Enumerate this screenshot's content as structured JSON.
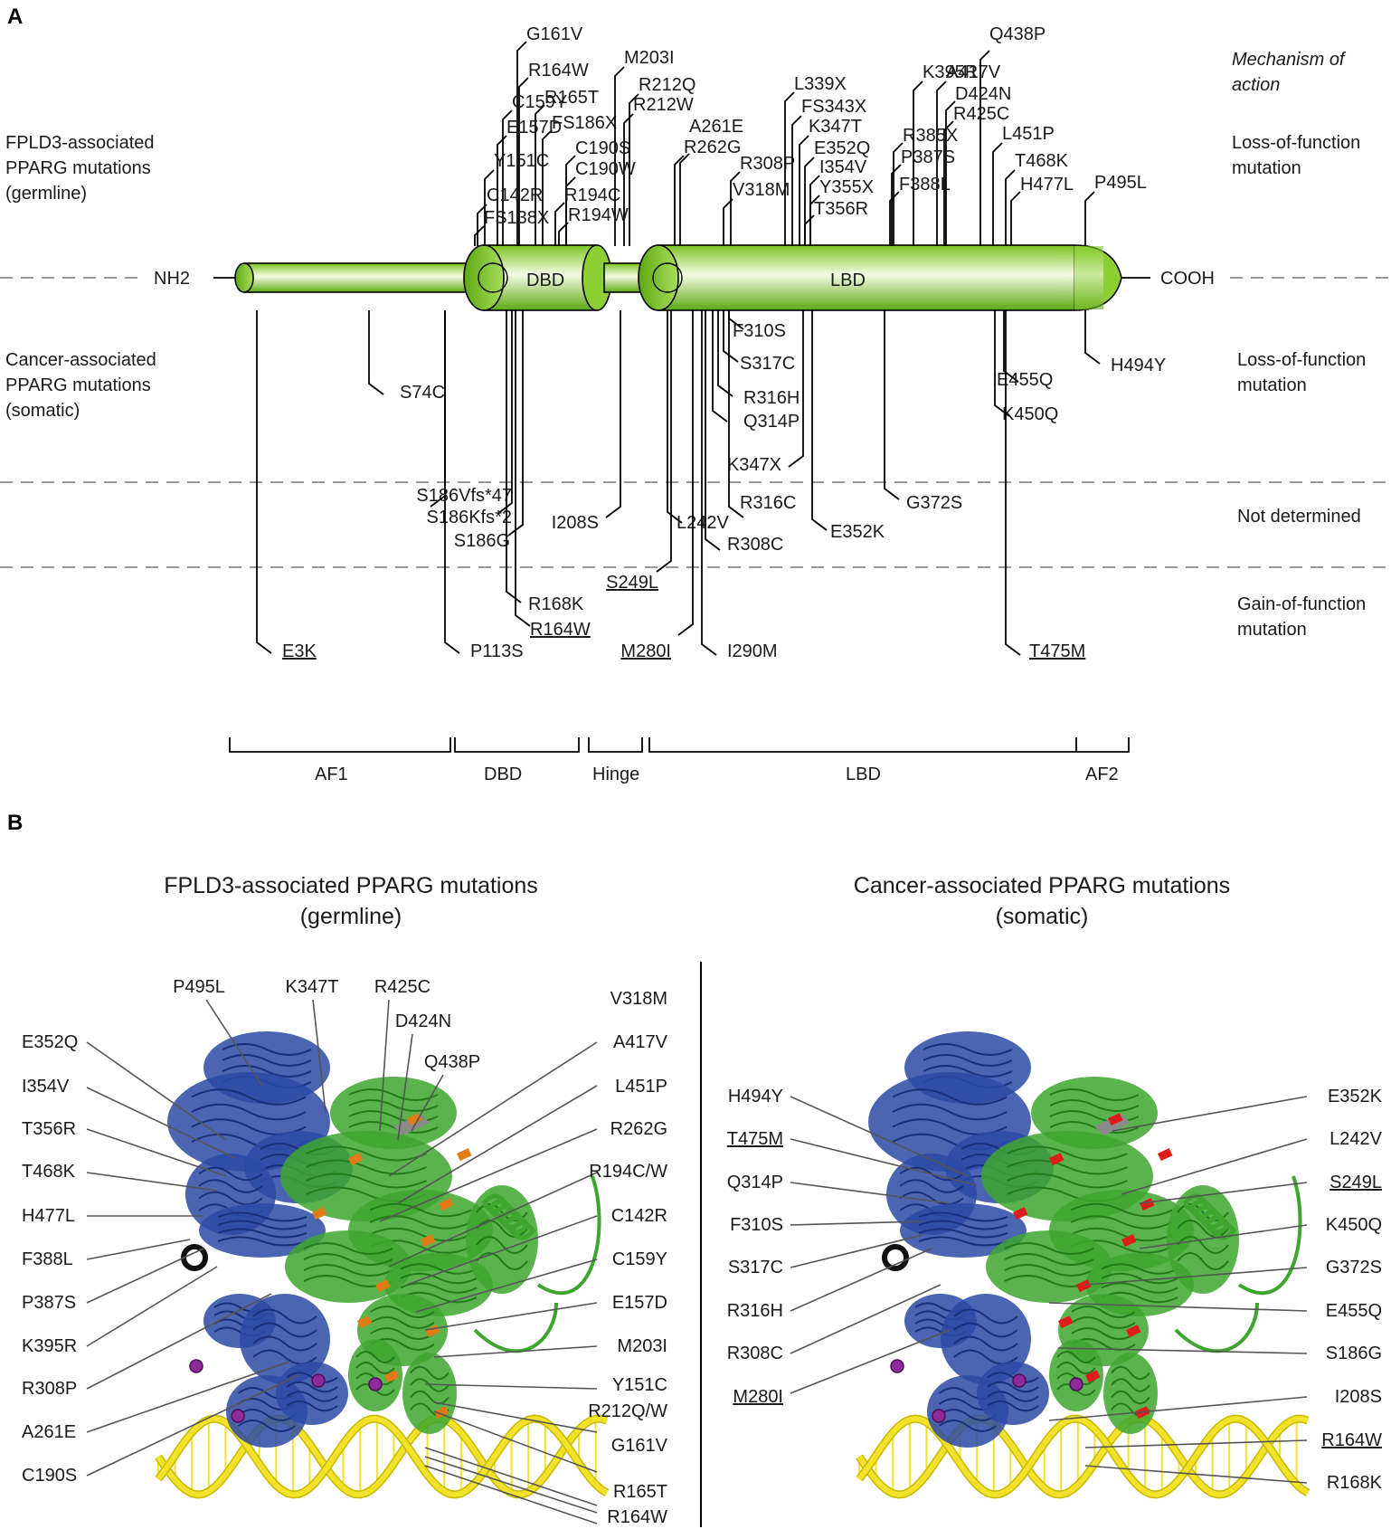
{
  "colors": {
    "red": "#d81e1e",
    "blue": "#2e2e8f",
    "green": "#1e8c2e",
    "magenta": "#e0187c",
    "orange": "#f39c12",
    "black": "#1a1a1a",
    "domain_green": "#7cc520",
    "helix_blue": "#2b4aa6",
    "helix_green": "#3ea62f",
    "dna_yellow": "#f2e32a",
    "highlight_orange": "#e07b16",
    "highlight_red": "#e01b1b",
    "gray": "#8a8a8a"
  },
  "panelA": {
    "panel_label": "A",
    "nterm": "NH2",
    "cterm": "COOH",
    "domain_dbd": "DBD",
    "domain_lbd": "LBD",
    "row_labels": {
      "germline": [
        "FPLD3-associated",
        "PPARG mutations",
        "(germline)"
      ],
      "somatic": [
        "Cancer-associated",
        "PPARG mutations",
        "(somatic)"
      ]
    },
    "mechanism_header": [
      "Mechanism of",
      "action"
    ],
    "mechanisms": {
      "lof_germline": [
        "Loss-of-function",
        "mutation"
      ],
      "lof_somatic": [
        "Loss-of-function",
        "mutation"
      ],
      "nd": [
        "Not determined"
      ],
      "gof": [
        "Gain-of-function",
        "mutation"
      ]
    },
    "germline_mutations": [
      "G161V",
      "R164W",
      "R165T",
      "FS186X",
      "C159Y",
      "E157D",
      "Y151C",
      "C142R",
      "FS138X",
      "M203I",
      "R212Q",
      "R212W",
      "C190S",
      "C190W",
      "R194C",
      "R194W",
      "A261E",
      "R262G",
      "R308P",
      "V318M",
      "L339X",
      "FS343X",
      "K347T",
      "E352Q",
      "I354V",
      "Y355X",
      "T356R",
      "K395R",
      "A417V",
      "Q438P",
      "D424N",
      "R425C",
      "R385X",
      "P387S",
      "F388L",
      "L451P",
      "T468K",
      "H477L",
      "P495L"
    ],
    "somatic_mutations": {
      "lof": [
        "S74C",
        "F310S",
        "S317C",
        "R316H",
        "Q314P",
        "K347X",
        "E455Q",
        "K450Q",
        "H494Y"
      ],
      "nd": [
        "S186Vfs*47",
        "S186Kfs*2",
        "S186G",
        "I208S",
        "L242V",
        "R316C",
        "R308C",
        "E352K",
        "G372S"
      ],
      "gof": [
        "S249L",
        "R168K",
        "R164W",
        "E3K",
        "P113S",
        "M280I",
        "I290M",
        "T475M"
      ]
    },
    "domain_brackets": [
      "AF1",
      "DBD",
      "Hinge",
      "LBD",
      "AF2"
    ]
  },
  "panelB": {
    "panel_label": "B",
    "left_title": [
      "FPLD3-associated PPARG mutations",
      "(germline)"
    ],
    "right_title": [
      "Cancer-associated PPARG mutations",
      "(somatic)"
    ],
    "left_top_labels": [
      "P495L",
      "K347T",
      "R425C",
      "D424N",
      "Q438P"
    ],
    "left_left_labels": [
      "E352Q",
      "I354V",
      "T356R",
      "T468K",
      "H477L",
      "F388L",
      "P387S",
      "K395R",
      "R308P",
      "A261E",
      "C190S"
    ],
    "left_right_labels": [
      "V318M",
      "A417V",
      "L451P",
      "R262G",
      "R194C/W",
      "C142R",
      "C159Y",
      "E157D",
      "M203I",
      "Y151C",
      "R212Q/W",
      "G161V",
      "R165T",
      "R164W"
    ],
    "right_left_labels": [
      "H494Y",
      "T475M",
      "Q314P",
      "F310S",
      "S317C",
      "R316H",
      "R308C",
      "M280I"
    ],
    "right_right_labels": [
      "E352K",
      "L242V",
      "S249L",
      "K450Q",
      "G372S",
      "E455Q",
      "S186G",
      "I208S",
      "R164W",
      "R168K"
    ]
  }
}
